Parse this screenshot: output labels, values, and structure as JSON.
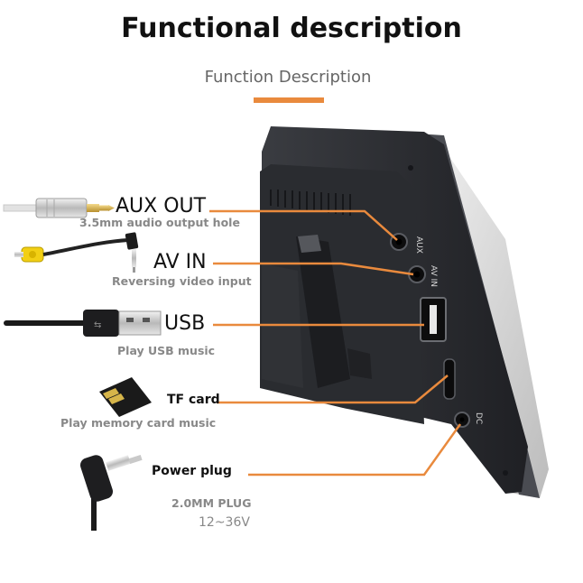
{
  "header": {
    "title": "Functional description",
    "subtitle": "Function Description"
  },
  "callouts": [
    {
      "label": "AUX OUT",
      "description": "3.5mm audio output hole",
      "connector": "aux-cable"
    },
    {
      "label": "AV IN",
      "description": "Reversing video input",
      "connector": "rca-av-cable"
    },
    {
      "label": "USB",
      "description": "Play USB music",
      "connector": "usb-cable"
    },
    {
      "label": "TF card",
      "description": "Play memory card music",
      "connector": "micro-sd-card"
    },
    {
      "label": "Power plug",
      "description": "2.0MM PLUG",
      "voltage": "12~36V",
      "connector": "dc-plug"
    }
  ],
  "device": {
    "port_labels": {
      "aux": "AUX",
      "av_in": "AV IN",
      "dc": "DC"
    }
  },
  "colors": {
    "accent": "#e98a3d",
    "leader_line": "#e98a3d",
    "device_body": "#2b2d31"
  }
}
